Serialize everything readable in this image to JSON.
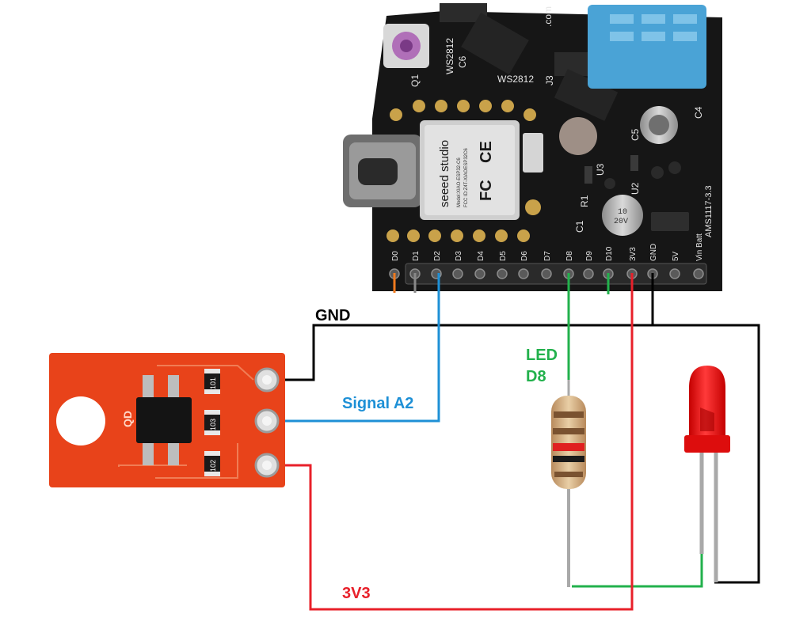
{
  "colors": {
    "gnd": "#000000",
    "signal": "#1e90d6",
    "led_signal": "#22b14c",
    "power": "#e8202a",
    "board": "#161616",
    "sensor_board": "#e8431a",
    "led_body": "#ee1111"
  },
  "labels": {
    "gnd": "GND",
    "signal": "Signal A2",
    "led_line1": "LED",
    "led_line2": "D8",
    "power": "3V3"
  },
  "board": {
    "module_brand": "seeed studio",
    "module_model_1": "Model:XIAO-ESP32-C6",
    "module_model_2": "FCC ID:Z4T-XIAOESP32C6",
    "ce_mark": "CE",
    "fc_mark": "FC",
    "silk_ws2812_a": "WS2812",
    "silk_ws2812_b": "WS2812",
    "silk_q1": "Q1",
    "silk_c6": "C6",
    "silk_j3": "J3",
    "silk_r1": "R1",
    "silk_c1": "C1",
    "silk_u2": "U2",
    "silk_u3": "U3",
    "silk_c5": "C5",
    "silk_c4": "C4",
    "silk_site": ".com",
    "silk_ams": "AMS1117-3.3",
    "cap_text_1": "10",
    "cap_text_2": "20V",
    "pins": [
      "D0",
      "D1",
      "D2",
      "D3",
      "D4",
      "D5",
      "D6",
      "D7",
      "D8",
      "D9",
      "D10",
      "3V3",
      "GND",
      "5V",
      "Vin Batt"
    ]
  },
  "sensor": {
    "label": "QD",
    "resistors": [
      "101",
      "103",
      "102"
    ]
  }
}
